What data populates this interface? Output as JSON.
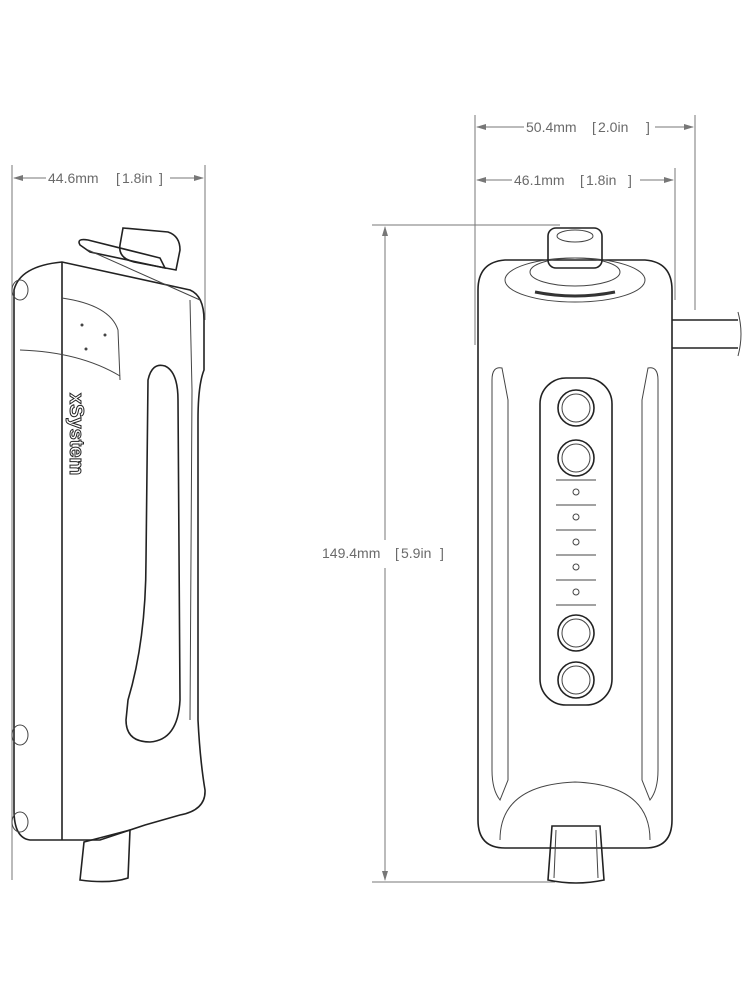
{
  "side_view": {
    "width_dimension": {
      "mm": "44.6mm",
      "in": "1.8in"
    },
    "brand_label": "xSystem"
  },
  "front_view": {
    "overall_width_dimension": {
      "mm": "50.4mm",
      "in": "2.0in"
    },
    "body_width_dimension": {
      "mm": "46.1mm",
      "in": "1.8in"
    },
    "height_dimension": {
      "mm": "149.4mm",
      "in": "5.9in"
    },
    "button_count": 4,
    "indicator_led_count": 5
  },
  "colors": {
    "line": "#222222",
    "dimension": "#6a6a6a",
    "background": "#ffffff"
  }
}
